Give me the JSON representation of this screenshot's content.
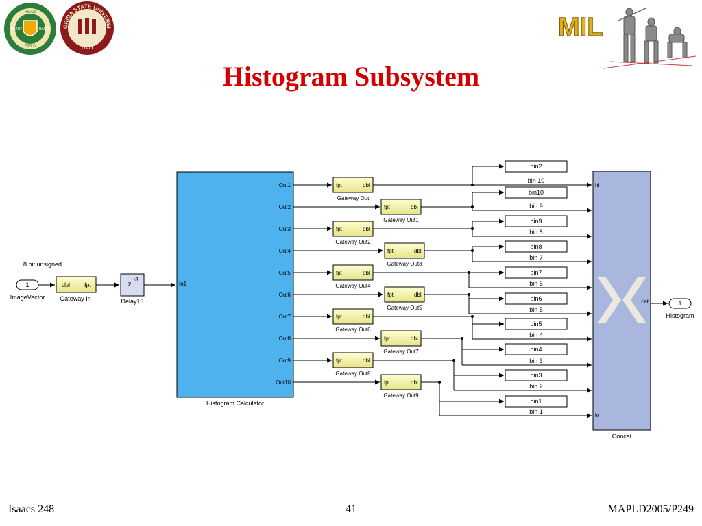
{
  "slide": {
    "title": "Histogram Subsystem",
    "footer_left": "Isaacs 248",
    "footer_center": "41",
    "footer_right": "MAPLD2005/P249"
  },
  "logos": {
    "famu_top": "HEAD",
    "famu_mid_left": "HEART",
    "famu_mid_right": "HAND",
    "famu_bottom": "FIELD",
    "fsu_ring": "FLORIDA STATE UNIVERSITY",
    "fsu_year": "1851",
    "mil_text": "MIL"
  },
  "diagram": {
    "input_port": {
      "number": "1",
      "label": "ImageVector",
      "annotation": "8 bit unsigned"
    },
    "gateway_in": {
      "left": "dbl",
      "right": "fpt",
      "label": "Gateway In"
    },
    "delay": {
      "text": "z",
      "exp": "-3",
      "label": "Delay13"
    },
    "calculator": {
      "label": "Histogram Calculator",
      "input": "In1",
      "outputs": [
        "Out1",
        "Out2",
        "Out3",
        "Out4",
        "Out5",
        "Out6",
        "Out7",
        "Out8",
        "Out9",
        "Out10"
      ]
    },
    "gateways_out": [
      {
        "label": "Gateway Out",
        "left": "fpt",
        "right": "dbl"
      },
      {
        "label": "Gateway Out1",
        "left": "fpt",
        "right": "dbl"
      },
      {
        "label": "Gateway Out2",
        "left": "fpt",
        "right": "dbl"
      },
      {
        "label": "Gateway Out3",
        "left": "fpt",
        "right": "dbl"
      },
      {
        "label": "Gateway Out4",
        "left": "fpt",
        "right": "dbl"
      },
      {
        "label": "Gateway Out5",
        "left": "fpt",
        "right": "dbl"
      },
      {
        "label": "Gateway Out6",
        "left": "fpt",
        "right": "dbl"
      },
      {
        "label": "Gateway Out7",
        "left": "fpt",
        "right": "dbl"
      },
      {
        "label": "Gateway Out8",
        "left": "fpt",
        "right": "dbl"
      },
      {
        "label": "Gateway Out9",
        "left": "fpt",
        "right": "dbl"
      }
    ],
    "bin_blocks": [
      "bin2",
      "bin10",
      "bin9",
      "bin8",
      "bin7",
      "bin6",
      "bin5",
      "bin4",
      "bin3",
      "bin1"
    ],
    "bin_signals": [
      "bin 10",
      "bin 9",
      "bin 8",
      "bin 7",
      "bin 6",
      "bin 5",
      "bin 4",
      "bin 3",
      "bin 2",
      "bin 1"
    ],
    "concat": {
      "label": "Concat",
      "hi": "hi",
      "lo": "lo",
      "out": "cat"
    },
    "output_port": {
      "number": "1",
      "label": "Histogram"
    }
  }
}
